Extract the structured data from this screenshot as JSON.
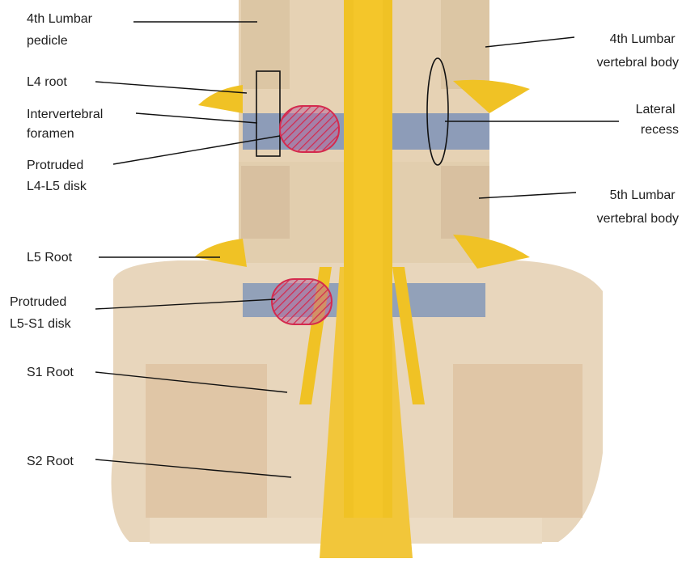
{
  "labels": {
    "l4_pedicle": [
      "4th Lumbar",
      "pedicle"
    ],
    "l4_root": "L4 root",
    "foramen": [
      "Intervertebral",
      "foramen"
    ],
    "protruded_l4l5": [
      "Protruded",
      "L4-L5 disk"
    ],
    "l5_root": "L5 Root",
    "protruded_l5s1": [
      "Protruded",
      "L5-S1 disk"
    ],
    "s1_root": "S1 Root",
    "s2_root": "S2 Root",
    "l4_body": [
      "4th Lumbar",
      "vertebral body"
    ],
    "lateral_recess": [
      "Lateral",
      "recess"
    ],
    "l5_body": [
      "5th Lumbar",
      "vertebral body"
    ]
  },
  "colors": {
    "bone": "#e6d2b4",
    "bone_shade": "#d8c0a0",
    "nerve": "#f0c225",
    "nerve_dark": "#e0a810",
    "disk_blue": "#7c93b8",
    "herniation": "#d42a4e",
    "leader": "#111111"
  }
}
